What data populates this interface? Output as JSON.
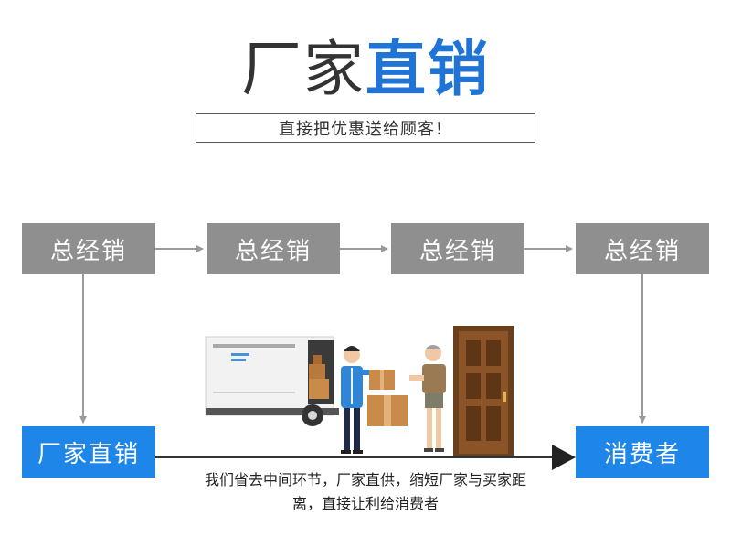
{
  "header": {
    "title_normal": "厂家",
    "title_bold": "直销",
    "subtitle": "直接把优惠送给顾客！"
  },
  "flow": {
    "distributors": [
      "总经销",
      "总经销",
      "总经销",
      "总经销"
    ],
    "manufacturer": "厂家直销",
    "consumer": "消费者",
    "caption_line1": "我们省去中间环节，厂家直供，缩短厂家与买家距",
    "caption_line2": "离，直接让利给消费者"
  },
  "colors": {
    "accent_blue": "#1e86e8",
    "title_blue": "#1f74d6",
    "distributor_gray": "#8f8f8f",
    "arrow_gray": "#9a9a9a",
    "arrow_dark": "#333333"
  }
}
